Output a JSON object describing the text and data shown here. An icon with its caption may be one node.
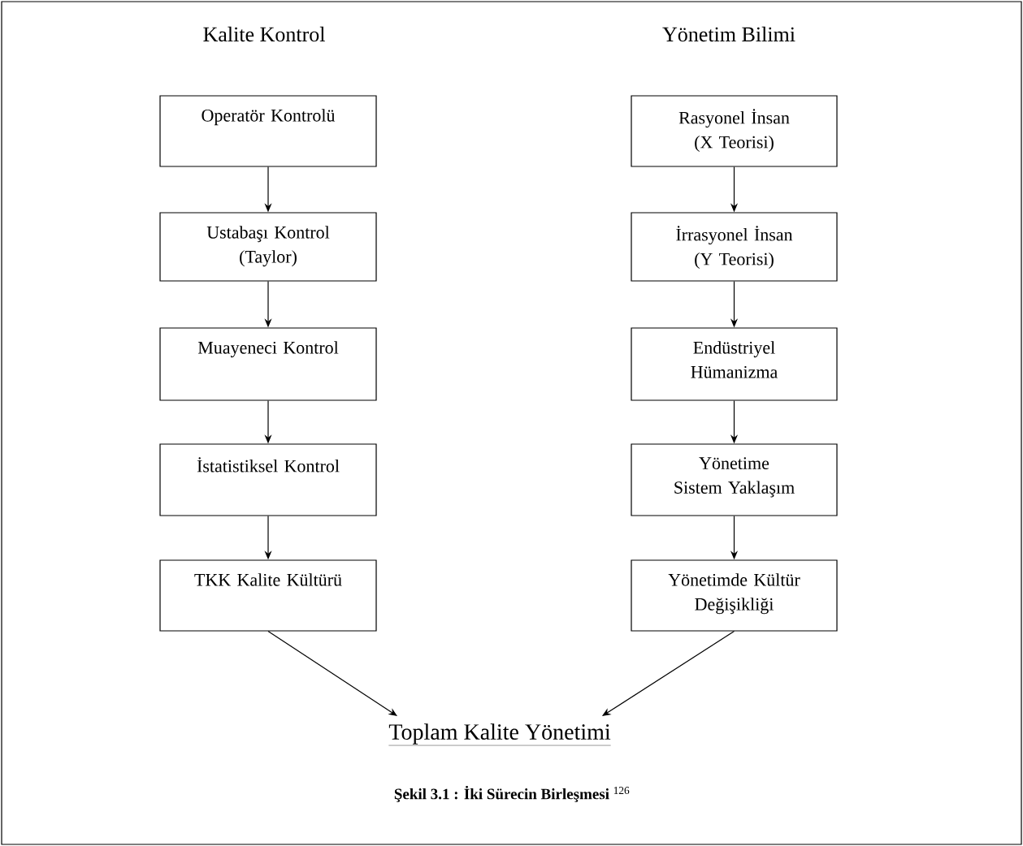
{
  "diagram": {
    "caption": "**Şekil 3.1 : İki Sürecin Birleşmesi** $^{126}$",
    "nodes": [
      {
        "text": [
          "Operatör Kontrolü"
        ]
      },
      {
        "text": [
          "Ustabaşı Kontrol (Taylor)"
        ]
      },
      {
        "text": [
          "Muayeneci Kontrol"
        ]
      },
      {
        "text": [
          "İstatistiksel Kontrol"
        ]
      },
      {
        "text": [
          "TKK Kalite Kültürü"
        ]
      },
      {
        "text": [
          "Rasyonel İnsan (X Teorisi)"
        ]
      },
      {
        "text": [
          "İrrasyonel İnsan (Y Teorisi)"
        ]
      },
      {
        "text": [
          "Endüstriyel Hümanizma"
        ]
      },
      {
        "text": [
          "Yönetime Sistem Yaklaşım"
        ]
      },
      {
        "text": [
          "Yönetimde Kültür Değişikliği"
        ]
      },
      {
        "text": [
          "Toplam Kalite Yönetimi"
        ]
      }
    ],
    "edges": [
      {
        "from": 0,
        "to": 1,
        "arrow": "to"
      },
      {
        "from": 1,
        "to": 2,
        "arrow": "to"
      },
      {
        "from": 2,
        "to": 3,
        "arrow": "to"
      },
      {
        "from": 3,
        "to": 4,
        "arrow": "to"
      },
      {
        "from": 5,
        "to": 6,
        "arrow": "to"
      },
      {
        "from": 6,
        "to": 7,
        "arrow": "to"
      },
      {
        "from": 7,
        "to": 8,
        "arrow": "to"
      },
      {
        "from": 8,
        "to": 9,
        "arrow": "to"
      },
      {
        "from": 4,
        "to": 10,
        "arrow": "to"
      },
      {
        "from": 9,
        "to": 10,
        "arrow": "to"
      }
    ],
    "labels": [
      "Kalite Kontrol",
      "Yönetim Bilimi"
    ]
  }
}
